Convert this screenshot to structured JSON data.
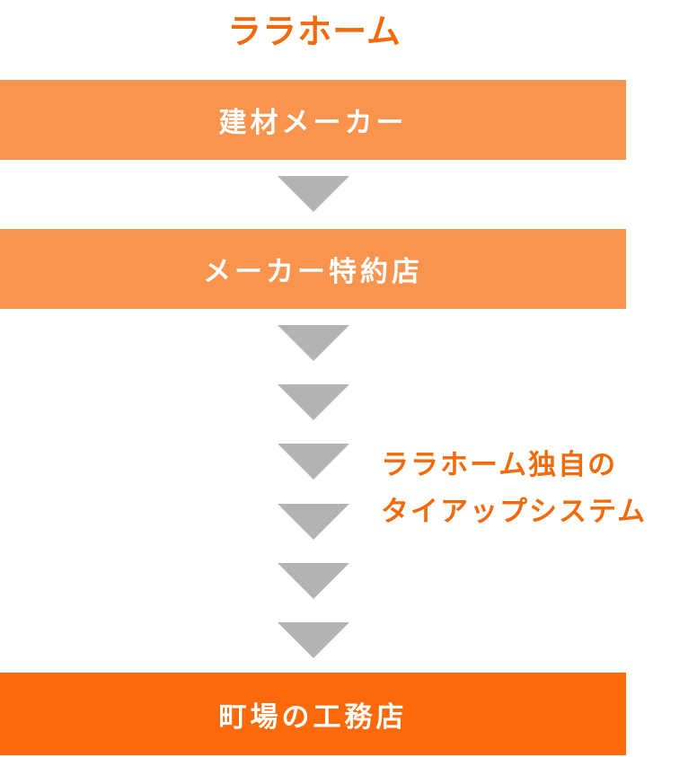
{
  "title": "ララホーム",
  "steps": [
    {
      "label": "建材メーカー"
    },
    {
      "label": "メーカー特約店"
    },
    {
      "label": "町場の工務店"
    }
  ],
  "note": {
    "line1": "ララホーム独自の",
    "line2": "タイアップシステム"
  },
  "colors": {
    "accent": "#f26a0c",
    "box_light": "#f9944f",
    "box_strong": "#fc690a",
    "arrow": "#b3b3b3"
  },
  "icons": {
    "arrow": "down-triangle-icon"
  }
}
